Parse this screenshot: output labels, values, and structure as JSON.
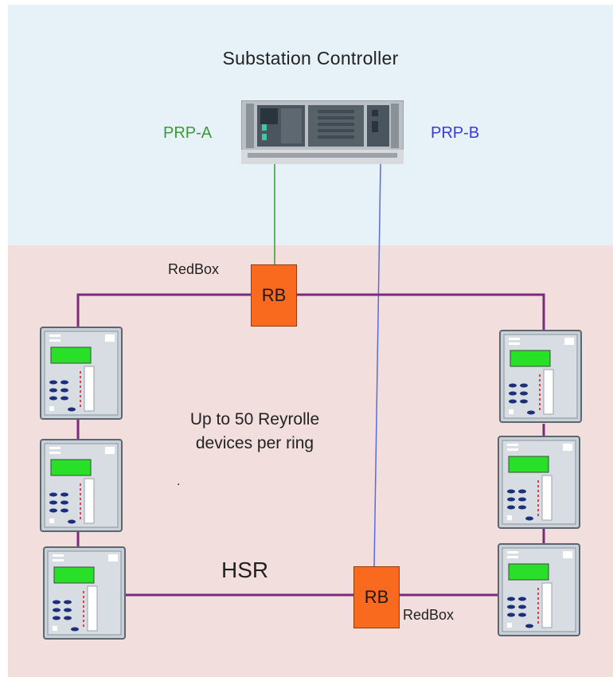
{
  "diagram": {
    "title": "Substation Controller",
    "prp_a_label": "PRP-A",
    "prp_b_label": "PRP-B",
    "redbox_label_top": "RedBox",
    "redbox_label_bottom": "RedBox",
    "rb_top_label": "RB",
    "rb_bottom_label": "RB",
    "caption_line1": "Up to 50 Reyrolle",
    "caption_line2": "devices per ring",
    "hsr_label": "HSR",
    "stray_mark": "."
  },
  "colors": {
    "top_zone": "#e6f1f8",
    "bottom_zone": "#f3dede",
    "ring_line": "#7b2b7b",
    "prp_a_line": "#3a9a3a",
    "prp_b_line": "#5a6ae0",
    "redbox_fill": "#fa6a1e",
    "device_screen": "#28e028"
  }
}
